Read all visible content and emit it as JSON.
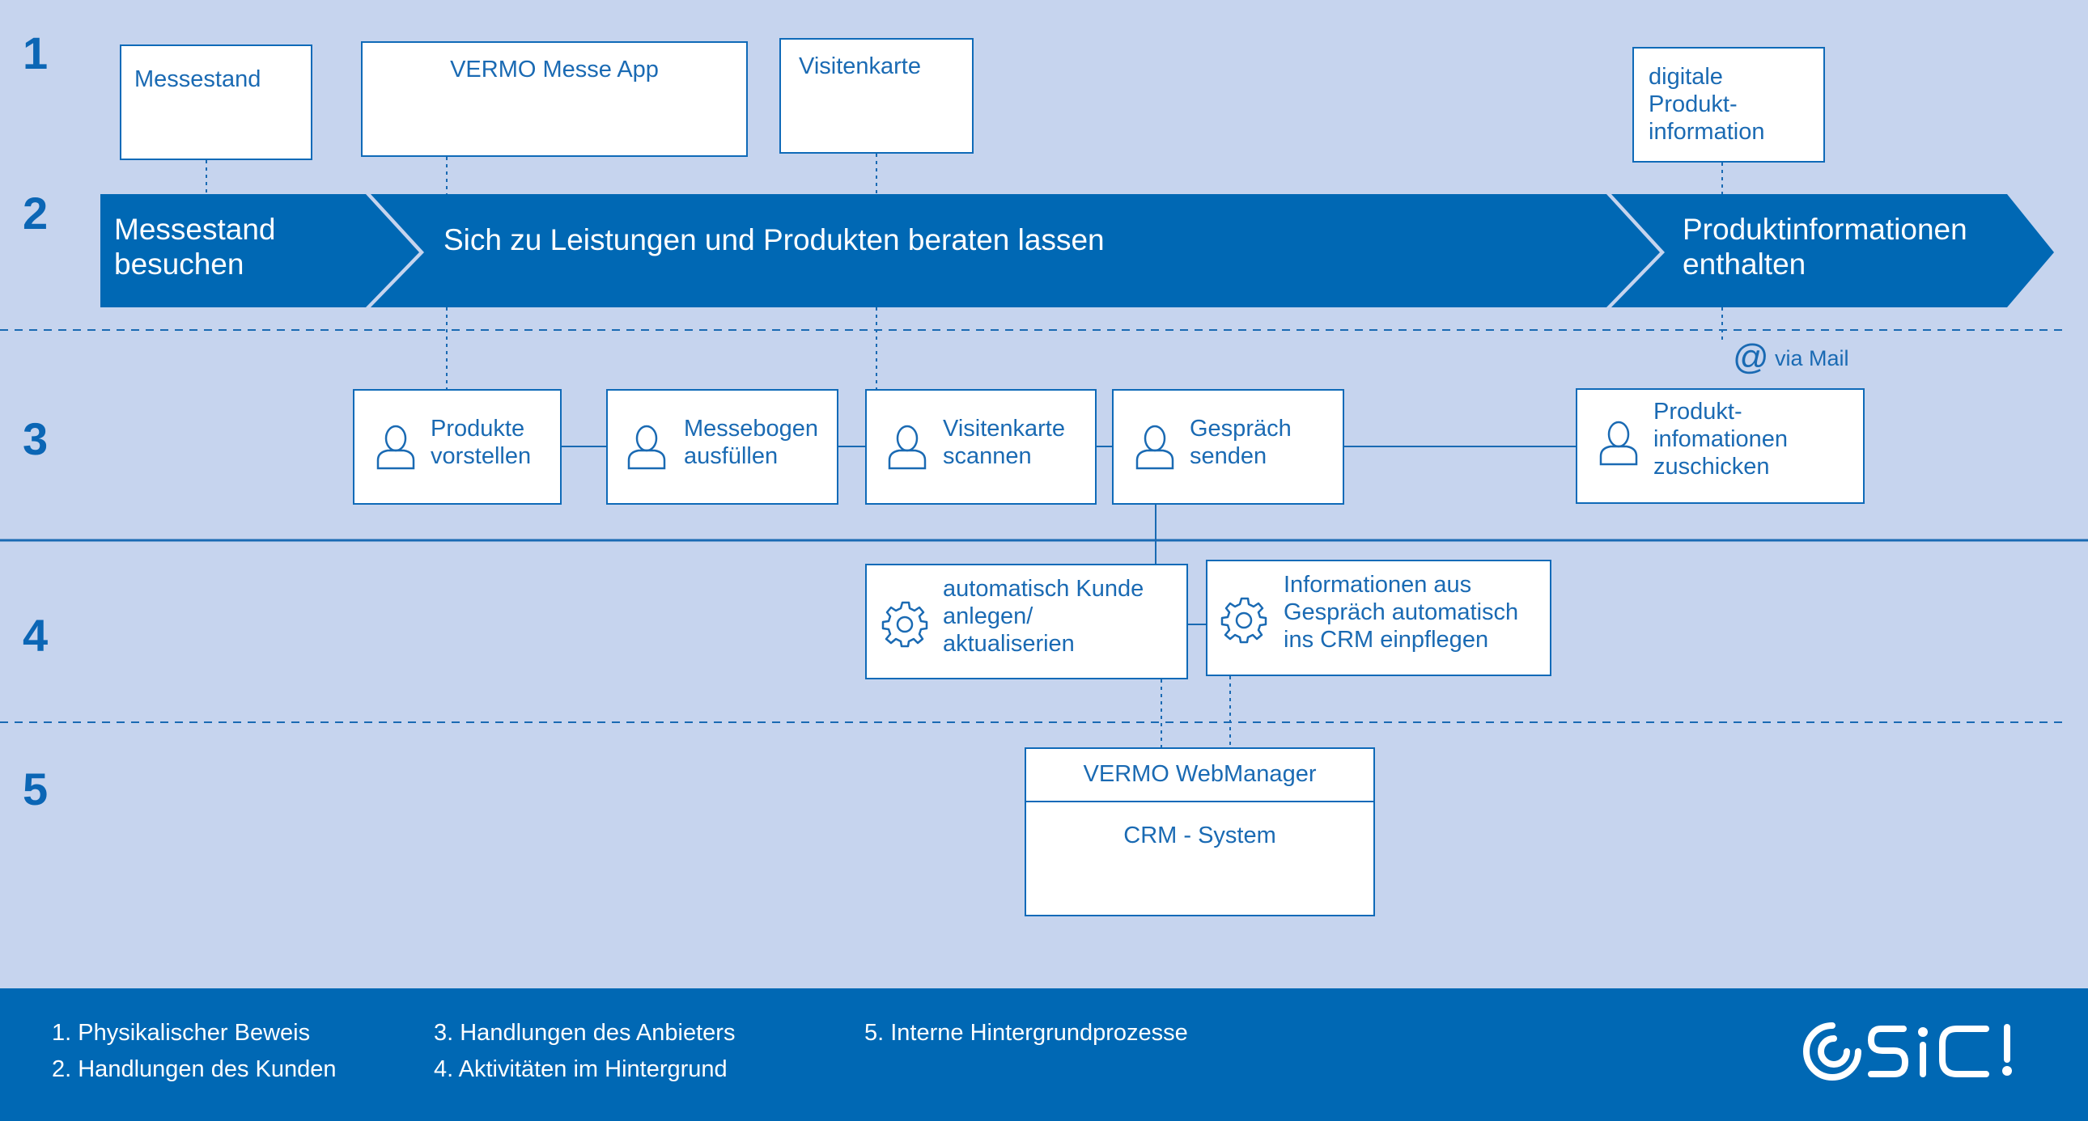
{
  "rows": [
    "1",
    "2",
    "3",
    "4",
    "5"
  ],
  "evidence": {
    "messestand": "Messestand",
    "app": "VERMO Messe App",
    "visitenkarte": "Visitenkarte",
    "digital": "digitale\nProdukt-\ninformation"
  },
  "customer_actions": {
    "visit": "Messestand\nbesuchen",
    "consult": "Sich zu Leistungen und Produkten beraten lassen",
    "receive": "Produktinformationen\nenthalten"
  },
  "provider_actions": {
    "present": "Produkte\nvorstellen",
    "form": "Messebogen\nausfüllen",
    "scan": "Visitenkarte\nscannen",
    "send": "Gespräch\nsenden",
    "mail": "Produkt-\ninfomationen\nzuschicken",
    "via_mail": "via Mail",
    "at_symbol": "@"
  },
  "background": {
    "customer": "automatisch Kunde\nanlegen/\naktualiserien",
    "crm": "Informationen aus\nGespräch automatisch\nins CRM einpflegen"
  },
  "system": {
    "webmanager": "VERMO WebManager",
    "crm": "CRM - System"
  },
  "legend": {
    "l1": "1.  Physikalischer Beweis",
    "l2": "2.  Handlungen des Kunden",
    "l3": "3.  Handlungen des Anbieters",
    "l4": "4.  Aktivitäten im Hintergrund",
    "l5": "5.  Interne Hintergrundprozesse"
  },
  "logo": "SIC!",
  "colors": {
    "diagram_background": "#c6d4ee",
    "brand_blue": "#0068b4",
    "text_blue": "#1a6ab3",
    "white": "#ffffff"
  },
  "icons": {
    "provider_actor": "person-icon",
    "background_process": "gear-icon",
    "mail": "at-icon"
  }
}
